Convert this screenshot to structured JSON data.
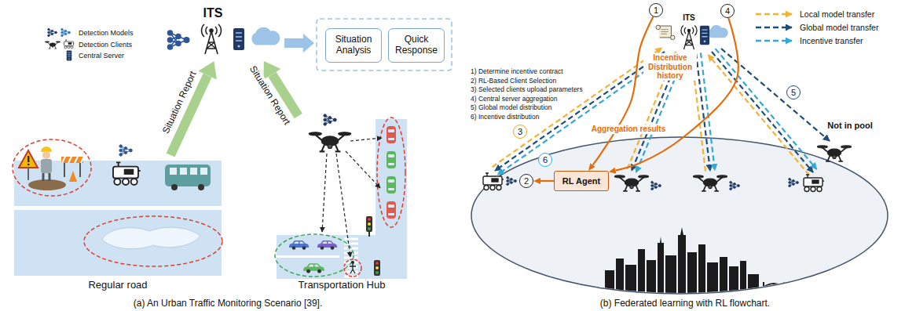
{
  "diagram": {
    "nodes": [
      {
        "text": [
          "ITS"
        ]
      },
      {
        "text": [
          "Situation Analysis"
        ]
      },
      {
        "text": [
          "Quick Response"
        ]
      },
      {
        "text": [
          "Regular road"
        ]
      },
      {
        "text": [
          "Transportation Hub"
        ]
      },
      {
        "text": [
          "1"
        ]
      },
      {
        "text": [
          "4"
        ]
      },
      {
        "text": [
          "5"
        ]
      },
      {
        "text": [
          "3"
        ]
      },
      {
        "text": [
          "RL Agent"
        ]
      },
      {
        "text": [
          "2"
        ]
      },
      {
        "text": [
          "6"
        ]
      }
    ],
    "edges": [
      {
        "from": 3,
        "to": 0,
        "label": "Situation Report",
        "arrow": "to"
      },
      {
        "from": 4,
        "to": 0,
        "label": "Situation Report",
        "arrow": "to"
      },
      {
        "from": 5,
        "to": 9,
        "label": "Incentive Distribution history",
        "arrow": "to"
      },
      {
        "from": 6,
        "to": 9,
        "label": "Aggregation results",
        "arrow": "to"
      },
      {
        "from": 9,
        "to": 10,
        "arrow": "to"
      }
    ],
    "labels": [
      "(a) An Urban Traffic Monitoring Scenario [39].",
      "(b) Federated learning with RL flowchart.",
      "1) Determine incentive contract",
      "2) RL-Based Client Selection",
      "3) Selected clients upload parameters",
      "4) Central server aggregation",
      "5) Global model distribution",
      "6) Incentive distribution",
      "ITS",
      "Not in pool"
    ],
    "legend": [
      {
        "text": "Detection Models"
      },
      {
        "text": "Detection Clients"
      },
      {
        "text": "Central Server"
      },
      {
        "text": "Local model transfer"
      },
      {
        "text": "Global model transfer"
      },
      {
        "text": "Incentive transfer"
      }
    ]
  }
}
